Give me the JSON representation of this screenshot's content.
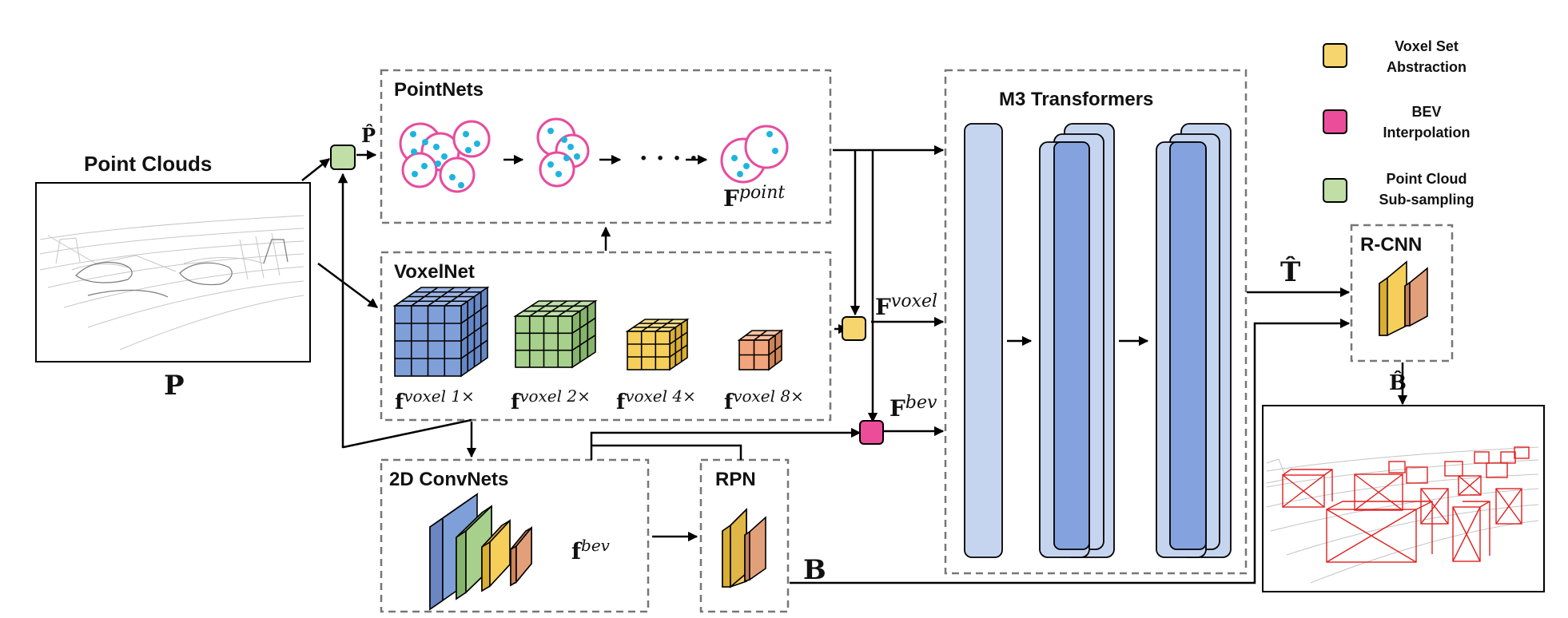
{
  "panels": {
    "point_clouds": "Point Clouds",
    "pointnets": "PointNets",
    "voxelnet": "VoxelNet",
    "convnets": "2D ConvNets",
    "rpn": "RPN",
    "transformers": "M3 Transformers",
    "rcnn": "R-CNN"
  },
  "symbols": {
    "P": "P",
    "P_hat": "P̂",
    "T_hat": "T̂",
    "B": "B",
    "B_hat": "B̂",
    "F_point": {
      "base": "F",
      "sup": "point"
    },
    "F_voxel": {
      "base": "F",
      "sup": "voxel"
    },
    "F_bev": {
      "base": "F",
      "sup": "bev"
    },
    "f_bev": {
      "base": "f",
      "sup": "bev"
    },
    "f_voxel_1": {
      "base": "f",
      "sup": "voxel 1×"
    },
    "f_voxel_2": {
      "base": "f",
      "sup": "voxel 2×"
    },
    "f_voxel_4": {
      "base": "f",
      "sup": "voxel 4×"
    },
    "f_voxel_8": {
      "base": "f",
      "sup": "voxel 8×"
    },
    "dots": "· · · ·"
  },
  "legend": [
    {
      "color": "#f7d56e",
      "line1": "Voxel Set",
      "line2": "Abstraction"
    },
    {
      "color": "#ec4d9b",
      "line1": "BEV",
      "line2": "Interpolation"
    },
    {
      "color": "#c0dea6",
      "line1": "Point Cloud",
      "line2": "Sub-sampling"
    }
  ],
  "colors": {
    "cube_blue": "#7f9fd8",
    "cube_green": "#a6d08c",
    "cube_yellow": "#f5cf5a",
    "cube_orange": "#f2a47c",
    "ball_pink": "#e84b9e",
    "dot_cyan": "#1fb4e0",
    "transformer_light": "#c6d5ef",
    "transformer_dark": "#84a2dd",
    "box_red": "#e02020"
  }
}
